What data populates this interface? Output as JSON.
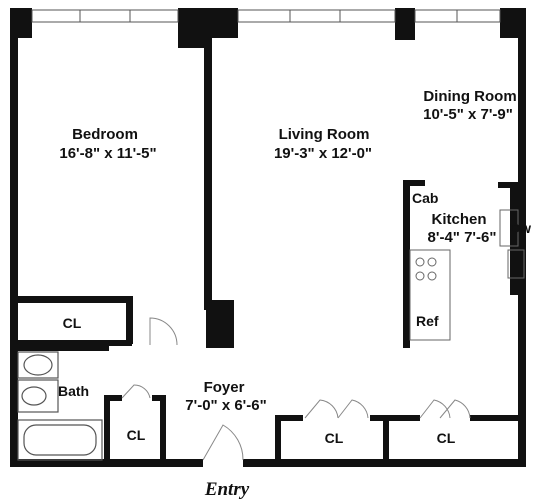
{
  "rooms": {
    "bedroom": {
      "name": "Bedroom",
      "dims": "16'-8\" x 11'-5\""
    },
    "living": {
      "name": "Living Room",
      "dims": "19'-3\" x 12'-0\""
    },
    "dining": {
      "name": "Dining Room",
      "dims": "10'-5\" x 7'-9\""
    },
    "kitchen": {
      "name": "Kitchen",
      "dims": "8'-4\" 7'-6\""
    },
    "foyer": {
      "name": "Foyer",
      "dims": "7'-0\" x 6'-6\""
    },
    "bath": {
      "name": "Bath"
    }
  },
  "fixtures": {
    "cab": "Cab",
    "dw": "Dw",
    "ref": "Ref",
    "closet": "CL"
  },
  "entry": "Entry"
}
